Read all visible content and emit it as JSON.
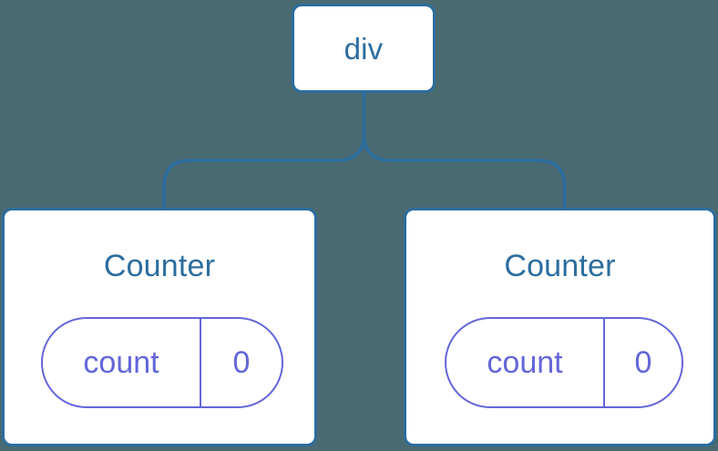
{
  "diagram": {
    "type": "component-tree",
    "background_color": "#4a6a72",
    "node_border_color": "#2b6d9e",
    "node_text_color": "#2b6d9e",
    "state_color": "#6366d8",
    "connector_color": "#2b6d9e",
    "root": {
      "label": "div"
    },
    "children": [
      {
        "title": "Counter",
        "state": {
          "key": "count",
          "value": "0"
        }
      },
      {
        "title": "Counter",
        "state": {
          "key": "count",
          "value": "0"
        }
      }
    ]
  }
}
